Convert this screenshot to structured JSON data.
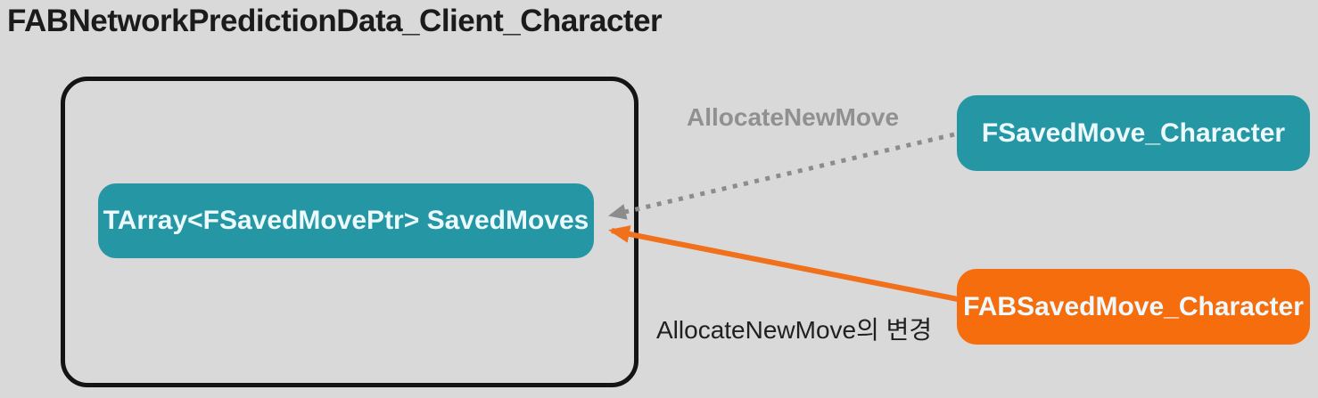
{
  "diagram": {
    "title": "FABNetworkPredictionData_Client_Character",
    "nodes": {
      "saved_moves": "TArray<FSavedMovePtr> SavedMoves",
      "fsavedmove": "FSavedMove_Character",
      "fabsavedmove": "FABSavedMove_Character"
    },
    "edges": {
      "allocate_new_move": "AllocateNewMove",
      "allocate_new_move_change": "AllocateNewMove의 변경"
    }
  },
  "colors": {
    "background": "#d9d9d9",
    "title-text": "#1b1b1b",
    "outline": "#141414",
    "teal": "#2596a4",
    "orange": "#f66d0e",
    "node-text": "#ecfafd",
    "gray-label": "#909090",
    "dark-label": "#202020",
    "arrow-gray": "#8c8c8c",
    "arrow-orange": "#f0701c"
  }
}
